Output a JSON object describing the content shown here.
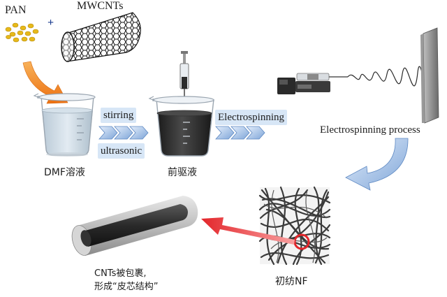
{
  "labels": {
    "pan": "PAN",
    "mwcnts": "MWCNTs",
    "plus": "+",
    "stirring": "stirring",
    "ultrasonic": "ultrasonic",
    "dmf": "DMF溶液",
    "precursor": "前驱液",
    "electrospinning": "Electrospinning",
    "process": "Electrospinning process",
    "nf": "初纺NF",
    "coreshell_line1": "CNTs被包裹,",
    "coreshell_line2": "形成“皮芯结构”"
  },
  "colors": {
    "orange_arrow": "#f07f1b",
    "red_arrow": "#e8353a",
    "blue_arrow": "#8fb3e0",
    "tag_bg": "#d7e6f6",
    "pan_dots": "#e7b91a",
    "dark_liquid": "#2d2d2d"
  }
}
